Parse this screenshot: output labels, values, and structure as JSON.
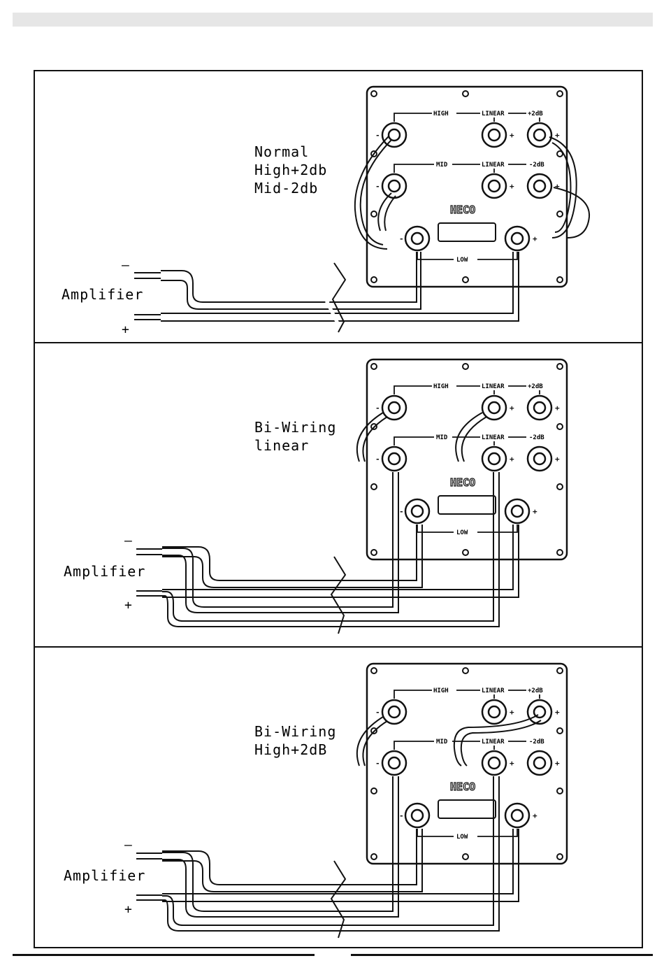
{
  "panels": [
    {
      "caption": [
        "Normal",
        "High+2db",
        "Mid-2db"
      ],
      "row_high": {
        "group": "HIGH",
        "linear": "LINEAR",
        "level": "+2dB"
      },
      "row_mid": {
        "group": "MID",
        "linear": "LINEAR",
        "level": "-2dB"
      },
      "low_label": "LOW",
      "logo": "HECO",
      "amp_label": "Amplifier",
      "minus": "–",
      "plus": "+"
    },
    {
      "caption": [
        "Bi-Wiring",
        "linear"
      ],
      "row_high": {
        "group": "HIGH",
        "linear": "LINEAR",
        "level": "+2dB"
      },
      "row_mid": {
        "group": "MID",
        "linear": "LINEAR",
        "level": "-2dB"
      },
      "low_label": "LOW",
      "logo": "HECO",
      "amp_label": "Amplifier",
      "minus": "–",
      "plus": "+"
    },
    {
      "caption": [
        "Bi-Wiring",
        "High+2dB"
      ],
      "row_high": {
        "group": "HIGH",
        "linear": "LINEAR",
        "level": "+2dB"
      },
      "row_mid": {
        "group": "MID",
        "linear": "LINEAR",
        "level": "-2dB"
      },
      "low_label": "LOW",
      "logo": "HECO",
      "amp_label": "Amplifier",
      "minus": "–",
      "plus": "+"
    }
  ]
}
